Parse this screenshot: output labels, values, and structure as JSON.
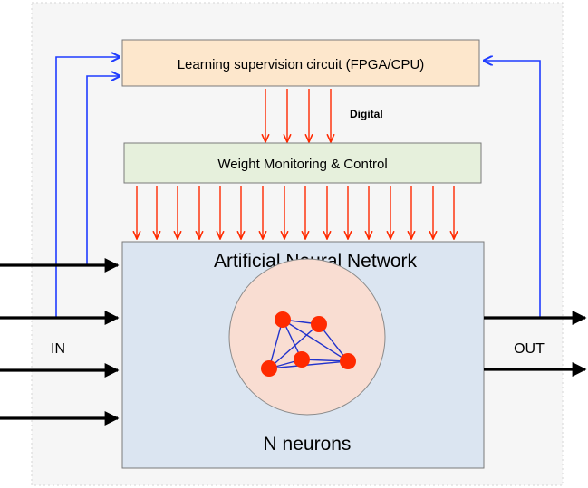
{
  "diagram": {
    "supervision_label": "Learning supervision circuit (FPGA/CPU)",
    "digital_label": "Digital",
    "weight_label": "Weight Monitoring & Control",
    "ann_label": "Artificial Neural Network",
    "neurons_label": "N neurons",
    "in_label": "IN",
    "out_label": "OUT"
  },
  "colors": {
    "background_panel": "#f6f6f6",
    "supervision_fill": "#fde7cc",
    "weight_fill": "#e6f0dc",
    "ann_fill": "#dbe5f1",
    "neuron_circle_fill": "#f9ddd2",
    "neuron_fill": "#ff2a00",
    "synapse_line": "#2233cc",
    "feedback_line": "#1f3cff",
    "control_arrow": "#ff2a00",
    "io_arrow": "#000000"
  }
}
